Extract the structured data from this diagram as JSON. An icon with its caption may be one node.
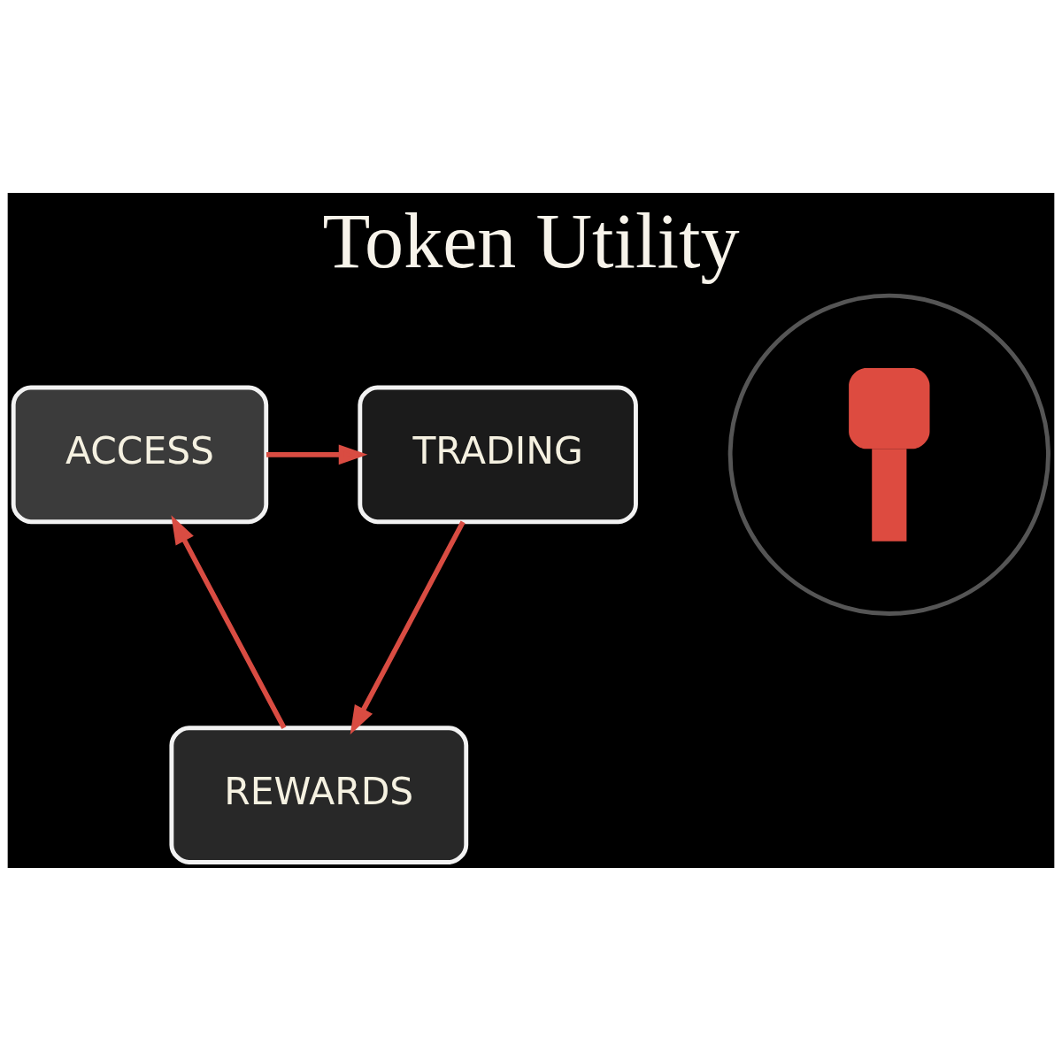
{
  "diagram": {
    "title": "Token Utility",
    "nodes": [
      {
        "text": [
          "ACCESS"
        ]
      },
      {
        "text": [
          "TRADING"
        ]
      },
      {
        "text": [],
        "shape": "circle"
      },
      {
        "text": [
          "REWARDS"
        ]
      }
    ],
    "edges": [
      {
        "from": 0,
        "to": 1,
        "arrow": "to"
      },
      {
        "from": 1,
        "to": 3,
        "arrow": "to"
      },
      {
        "from": 3,
        "to": 0,
        "arrow": "to"
      }
    ]
  }
}
